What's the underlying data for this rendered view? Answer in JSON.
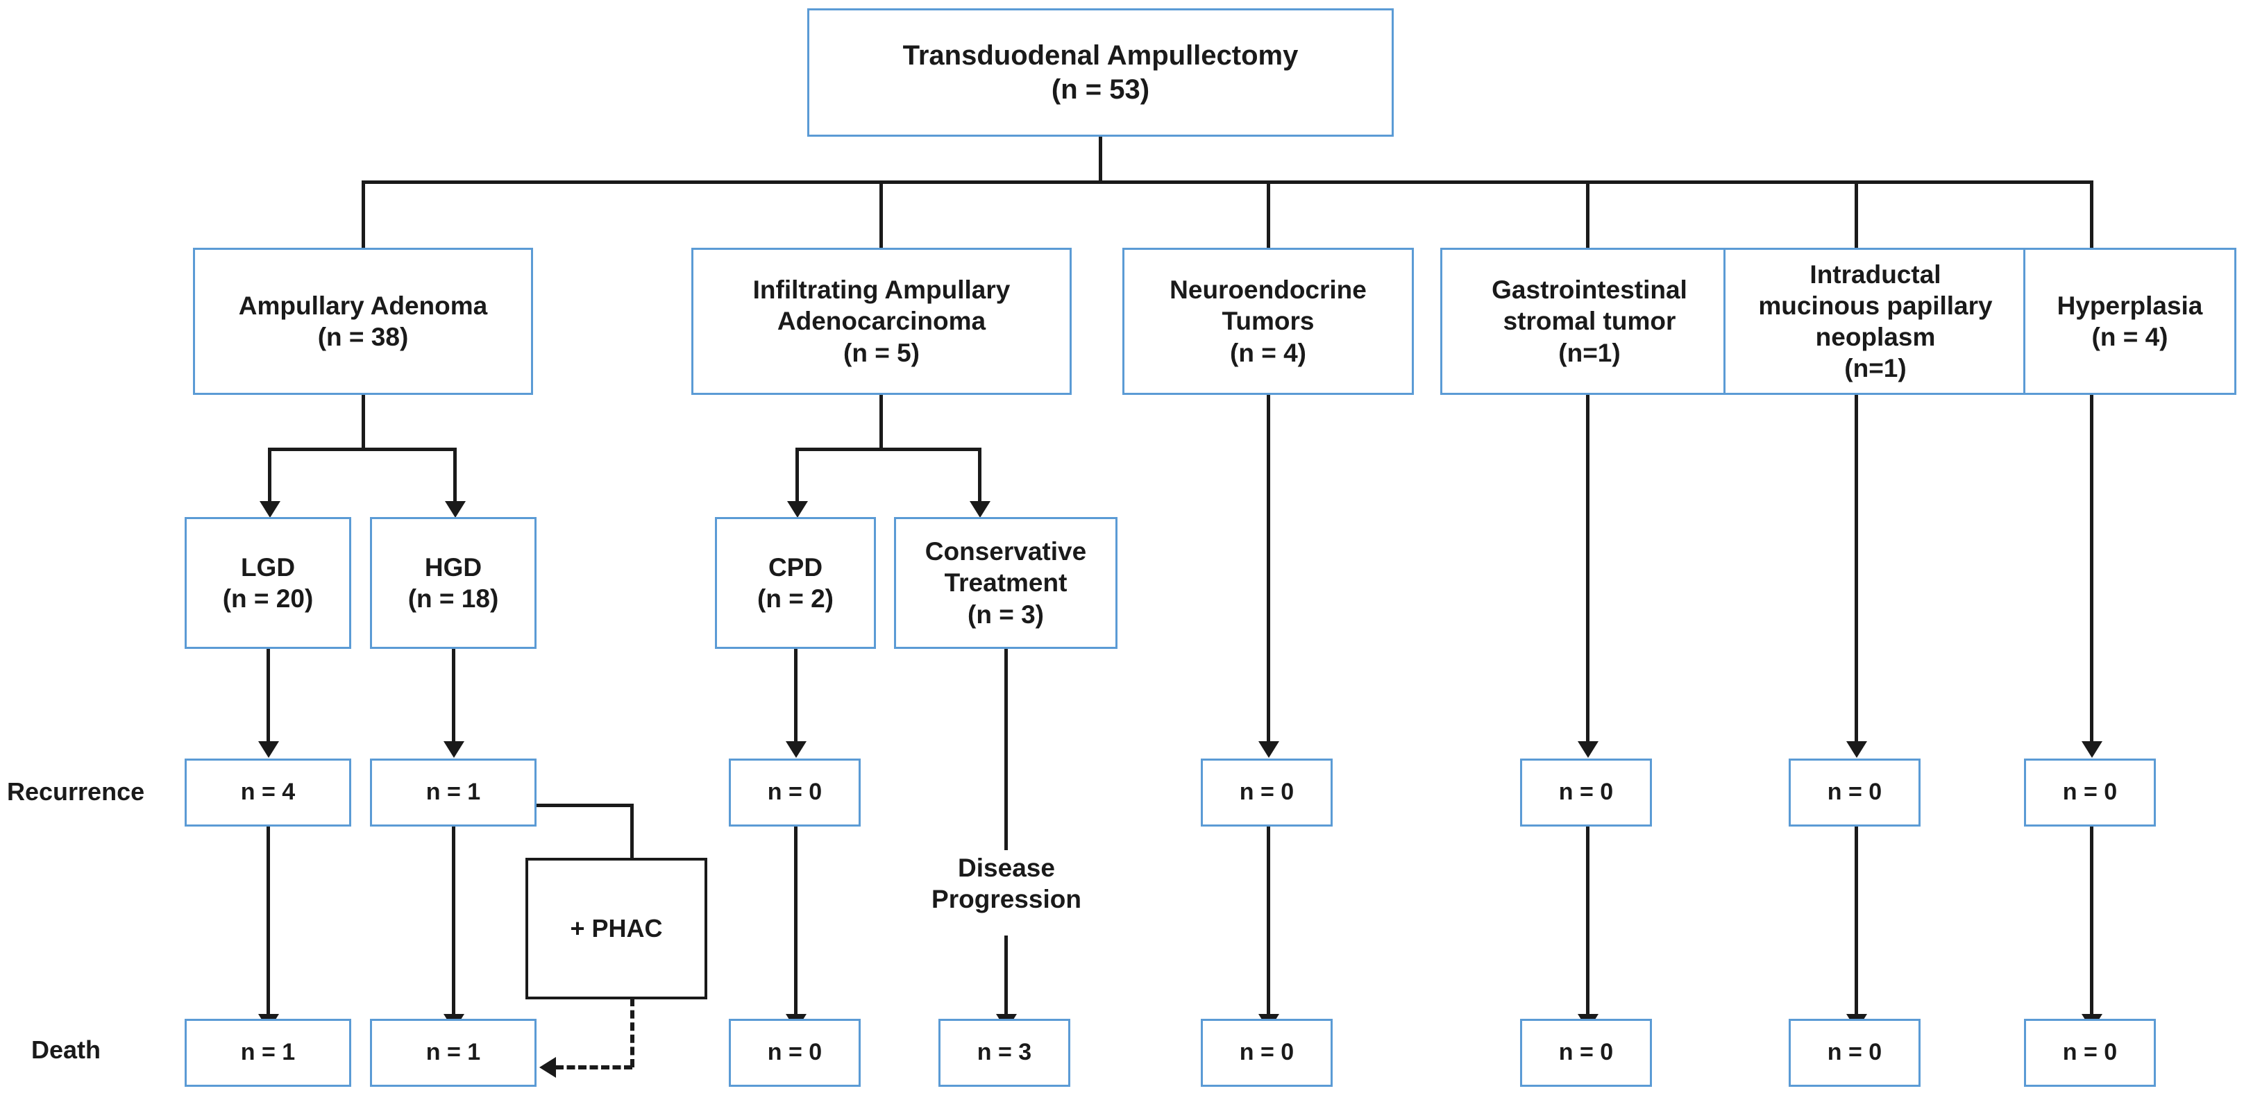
{
  "figure": {
    "type": "flowchart",
    "orientation": "top-down",
    "row_labels": [
      {
        "id": "recurrence",
        "text": "Recurrence"
      },
      {
        "id": "death",
        "text": "Death"
      }
    ],
    "colors": {
      "node_border": "#5B9BD5",
      "plain_node_border": "#1A1A1A",
      "connector": "#1A1A1A",
      "background": "#FFFFFF"
    }
  },
  "root": {
    "id": "transduodenal-ampullectomy",
    "title": "Transduodenal Ampullectomy",
    "count": "(n = 53)"
  },
  "level2": [
    {
      "id": "ampullary-adenoma",
      "lines": [
        "Ampullary Adenoma"
      ],
      "count": "(n = 38)"
    },
    {
      "id": "infiltrating-adenoca",
      "lines": [
        "Infiltrating Ampullary",
        "Adenocarcinoma"
      ],
      "count": "(n = 5)"
    },
    {
      "id": "neuroendocrine-tumors",
      "lines": [
        "Neuroendocrine",
        "Tumors"
      ],
      "count": "(n = 4)"
    },
    {
      "id": "gist",
      "lines": [
        "Gastrointestinal",
        "stromal tumor"
      ],
      "count": "(n=1)"
    },
    {
      "id": "ipmn",
      "lines": [
        "Intraductal",
        "mucinous papillary",
        "neoplasm"
      ],
      "count": "(n=1)"
    },
    {
      "id": "hyperplasia",
      "lines": [
        "Hyperplasia"
      ],
      "count": "(n = 4)"
    }
  ],
  "level3": [
    {
      "id": "lgd",
      "lines": [
        "LGD"
      ],
      "count": "(n = 20)"
    },
    {
      "id": "hgd",
      "lines": [
        "HGD"
      ],
      "count": "(n = 18)"
    },
    {
      "id": "cpd",
      "lines": [
        "CPD"
      ],
      "count": "(n = 2)"
    },
    {
      "id": "conservative-treatment",
      "lines": [
        "Conservative",
        "Treatment"
      ],
      "count": "(n = 3)"
    }
  ],
  "recurrence_row": [
    {
      "id": "rec-lgd",
      "value": "n = 4"
    },
    {
      "id": "rec-hgd",
      "value": "n = 1"
    },
    {
      "id": "rec-cpd",
      "value": "n = 0"
    },
    {
      "id": "rec-net",
      "value": "n = 0"
    },
    {
      "id": "rec-gist",
      "value": "n = 0"
    },
    {
      "id": "rec-ipmn",
      "value": "n = 0"
    },
    {
      "id": "rec-hyper",
      "value": "n = 0"
    }
  ],
  "death_row": [
    {
      "id": "death-lgd",
      "value": "n = 1"
    },
    {
      "id": "death-hgd",
      "value": "n = 1"
    },
    {
      "id": "death-cpd",
      "value": "n = 0"
    },
    {
      "id": "death-cons",
      "value": "n = 3"
    },
    {
      "id": "death-net",
      "value": "n = 0"
    },
    {
      "id": "death-gist",
      "value": "n = 0"
    },
    {
      "id": "death-ipmn",
      "value": "n = 0"
    },
    {
      "id": "death-hyper",
      "value": "n = 0"
    }
  ],
  "annotations": [
    {
      "id": "phac",
      "text": "+ PHAC"
    },
    {
      "id": "disease-progression",
      "lines": [
        "Disease",
        "Progression"
      ]
    }
  ],
  "chart_data": {
    "type": "flowchart",
    "title": "Transduodenal Ampullectomy",
    "total": 53,
    "nodes": [
      {
        "label": "Transduodenal Ampullectomy",
        "n": 53,
        "level": 0
      },
      {
        "label": "Ampullary Adenoma",
        "n": 38,
        "level": 1
      },
      {
        "label": "Infiltrating Ampullary Adenocarcinoma",
        "n": 5,
        "level": 1
      },
      {
        "label": "Neuroendocrine Tumors",
        "n": 4,
        "level": 1
      },
      {
        "label": "Gastrointestinal stromal tumor",
        "n": 1,
        "level": 1
      },
      {
        "label": "Intraductal mucinous papillary neoplasm",
        "n": 1,
        "level": 1
      },
      {
        "label": "Hyperplasia",
        "n": 4,
        "level": 1
      },
      {
        "label": "LGD",
        "n": 20,
        "level": 2
      },
      {
        "label": "HGD",
        "n": 18,
        "level": 2
      },
      {
        "label": "CPD",
        "n": 2,
        "level": 2
      },
      {
        "label": "Conservative Treatment",
        "n": 3,
        "level": 2
      },
      {
        "label": "+ PHAC",
        "n": null,
        "level": 3
      },
      {
        "label": "Disease Progression",
        "n": null,
        "level": 3
      }
    ],
    "recurrence": {
      "LGD": 4,
      "HGD": 1,
      "CPD": 0,
      "Neuroendocrine Tumors": 0,
      "Gastrointestinal stromal tumor": 0,
      "Intraductal mucinous papillary neoplasm": 0,
      "Hyperplasia": 0
    },
    "death": {
      "LGD": 1,
      "HGD": 1,
      "CPD": 0,
      "Conservative Treatment": 3,
      "Neuroendocrine Tumors": 0,
      "Gastrointestinal stromal tumor": 0,
      "Intraductal mucinous papillary neoplasm": 0,
      "Hyperplasia": 0
    }
  }
}
